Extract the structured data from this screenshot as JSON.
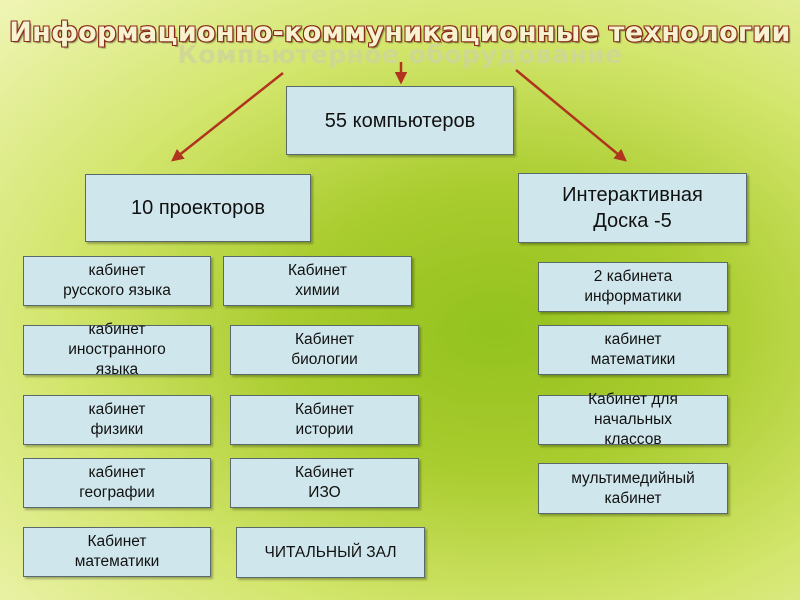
{
  "title": {
    "main": "Информационно-коммуникационные технологии",
    "background": "Компьютерное оборудование"
  },
  "nodes": {
    "root": "55 компьютеров",
    "projectors": "10 проекторов",
    "boards": "Интерактивная\nДоска -5"
  },
  "projector_rooms": [
    "кабинет\nрусского языка",
    "Кабинет\nхимии",
    "кабинет\nиностранного\nязыка",
    "Кабинет\nбиологии",
    "кабинет\nфизики",
    "Кабинет\nистории",
    "кабинет\nгеографии",
    "Кабинет\nИЗО",
    "Кабинет\nматематики",
    "ЧИТАЛЬНЫЙ ЗАЛ"
  ],
  "board_rooms": [
    "2 кабинета\nинформатики",
    "кабинет\nматематики",
    "Кабинет для\nначальных\nклассов",
    "мультимедийный\nкабинет"
  ],
  "colors": {
    "box_fill": "#cfe7ec",
    "arrow": "#b0341e",
    "title_outline": "#8a2a1a"
  }
}
